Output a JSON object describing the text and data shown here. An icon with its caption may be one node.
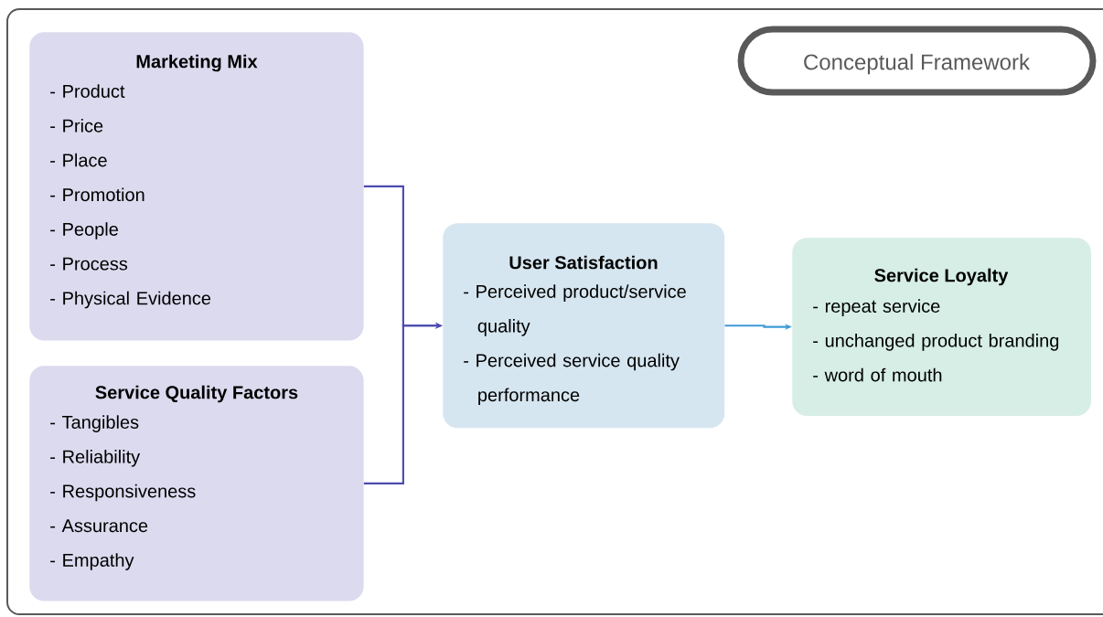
{
  "diagram": {
    "title": "Conceptual Framework",
    "nodes": [
      {
        "text": [
          "Marketing Mix",
          "- Product",
          "- Price",
          "- Place",
          "- Promotion",
          "- People",
          "- Process",
          "- Physical Evidence"
        ]
      },
      {
        "text": [
          "Service Quality Factors",
          "- Tangibles",
          "- Reliability",
          "- Responsiveness",
          "- Assurance",
          "- Empathy"
        ]
      },
      {
        "text": [
          "User Satisfaction",
          "- Perceived product/service quality",
          "- Perceived service quality performance"
        ]
      },
      {
        "text": [
          "Service Loyalty",
          "- repeat service",
          "- unchanged product branding",
          "- word of mouth"
        ]
      }
    ],
    "edges": [
      {
        "from": 0,
        "to": 2,
        "arrow": "to"
      },
      {
        "from": 1,
        "to": 2,
        "arrow": "to"
      },
      {
        "from": 2,
        "to": 3,
        "arrow": "to",
        "color": "#3d9bd6"
      }
    ]
  }
}
